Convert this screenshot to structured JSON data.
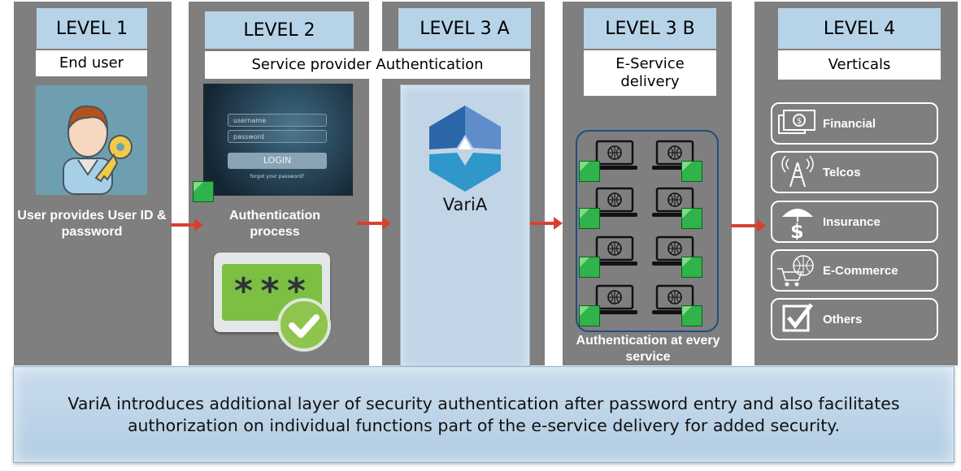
{
  "levels": [
    {
      "title": "LEVEL 1",
      "subtitle": "End user",
      "caption": "User provides User ID & password"
    },
    {
      "title": "LEVEL 2",
      "subtitle": "Service provider Authentication",
      "caption": "Authentication process"
    },
    {
      "title": "LEVEL 3 A",
      "brand": "VariA"
    },
    {
      "title": "LEVEL 3 B",
      "subtitle": "E-Service delivery",
      "caption": "Authentication at every service"
    },
    {
      "title": "LEVEL 4",
      "subtitle": "Verticals"
    }
  ],
  "login_screen": {
    "username": "username",
    "password": "password",
    "button": "LOGIN",
    "forgot": "forgot your password?"
  },
  "password_mask": "***",
  "verticals": [
    {
      "label": "Financial",
      "icon": "money-icon"
    },
    {
      "label": "Telcos",
      "icon": "antenna-icon"
    },
    {
      "label": "Insurance",
      "icon": "umbrella-dollar-icon"
    },
    {
      "label": "E-Commerce",
      "icon": "cart-globe-icon"
    },
    {
      "label": "Others",
      "icon": "checkbox-icon"
    }
  ],
  "footer": "VariA introduces additional layer of security authentication after password entry and also facilitates authorization on individual functions part of the e-service delivery for added security.",
  "colors": {
    "panel": "#7f7f7f",
    "level": "#b7d3e8",
    "arrow": "#d6412f",
    "green": "#2fb34a"
  }
}
